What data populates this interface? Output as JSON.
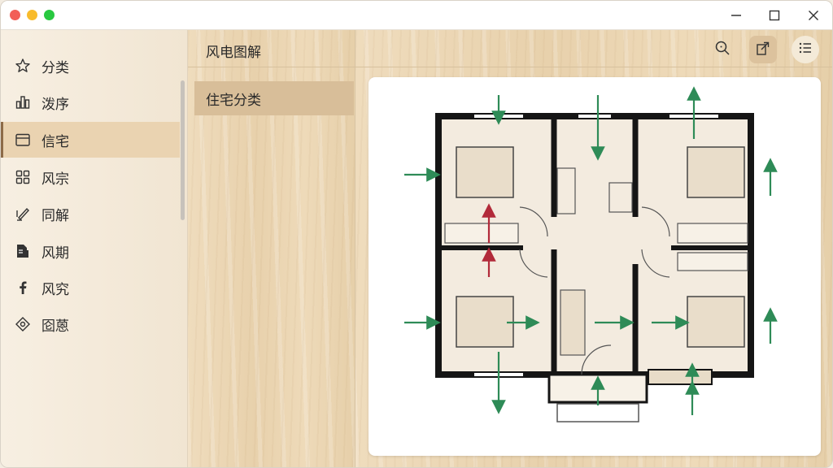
{
  "sidebar": {
    "items": [
      {
        "label": "分类",
        "icon": "star-icon"
      },
      {
        "label": "泼序",
        "icon": "bar-chart-icon"
      },
      {
        "label": "信宅",
        "icon": "calendar-icon",
        "active": true
      },
      {
        "label": "风宗",
        "icon": "grid-icon"
      },
      {
        "label": "同解",
        "icon": "pen-icon"
      },
      {
        "label": "风期",
        "icon": "document-icon"
      },
      {
        "label": "风究",
        "icon": "facebook-f-icon"
      },
      {
        "label": "囵蒽",
        "icon": "diamond-icon"
      }
    ]
  },
  "middle": {
    "title": "风电图解",
    "items": [
      {
        "label": "住宅分类"
      }
    ]
  },
  "colors": {
    "accent": "#8d6b48",
    "selected_bg": "#ead3b1",
    "arrow_green": "#2e8b57",
    "arrow_red": "#b22a3a"
  }
}
